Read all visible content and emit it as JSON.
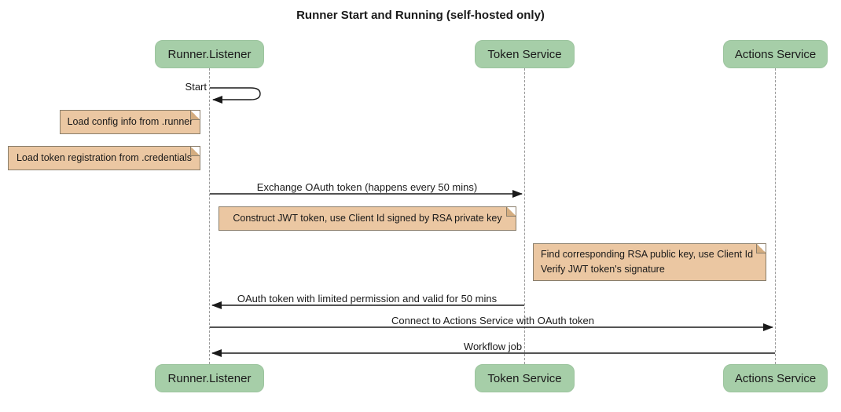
{
  "title": "Runner Start and Running (self-hosted only)",
  "participants": [
    {
      "id": "runner-listener",
      "label": "Runner.Listener"
    },
    {
      "id": "token-service",
      "label": "Token Service"
    },
    {
      "id": "actions-service",
      "label": "Actions Service"
    }
  ],
  "messages": [
    {
      "label": "Start",
      "from": "runner-listener",
      "to": "runner-listener",
      "type": "self"
    },
    {
      "label": "Exchange OAuth token (happens every 50 mins)",
      "from": "runner-listener",
      "to": "token-service",
      "type": "solid"
    },
    {
      "label": "OAuth token with limited permission and valid for 50 mins",
      "from": "token-service",
      "to": "runner-listener",
      "type": "solid"
    },
    {
      "label": "Connect to Actions Service with OAuth token",
      "from": "runner-listener",
      "to": "actions-service",
      "type": "solid"
    },
    {
      "label": "Workflow job",
      "from": "actions-service",
      "to": "runner-listener",
      "type": "solid"
    }
  ],
  "notes": [
    {
      "text": "Load config info from .runner",
      "position": "left of runner-listener"
    },
    {
      "text": "Load token registration from .credentials",
      "position": "left of runner-listener"
    },
    {
      "text": "Construct JWT token, use Client Id signed by RSA private key",
      "position": "between runner-listener and token-service"
    },
    {
      "line1": "Find corresponding RSA public key, use Client Id",
      "line2": "Verify JWT token's signature",
      "position": "right of token-service"
    }
  ],
  "colors": {
    "participant_fill": "#a6cea8",
    "participant_border": "#9cc49e",
    "note_fill": "#ebc7a2",
    "note_border": "#8a7e6b",
    "lifeline": "#999999",
    "line": "#1a1a1a"
  }
}
